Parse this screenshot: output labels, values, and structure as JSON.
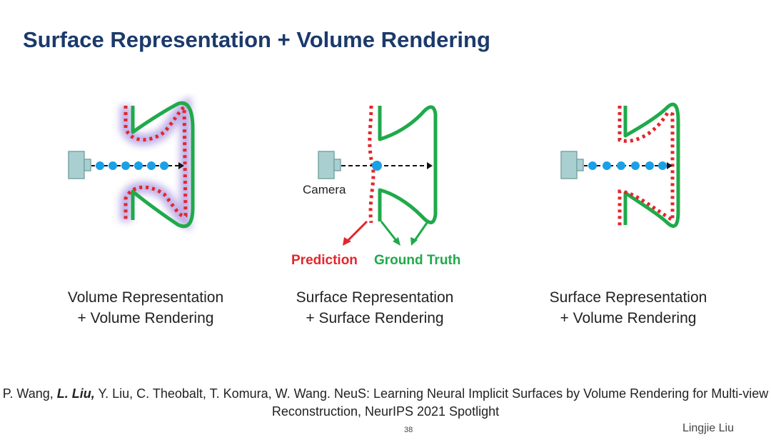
{
  "title": "Surface Representation + Volume Rendering",
  "diagram_labels": {
    "camera": "Camera",
    "prediction": "Prediction",
    "ground_truth": "Ground Truth"
  },
  "captions": [
    {
      "line1": "Volume Representation",
      "line2": "+ Volume Rendering"
    },
    {
      "line1": "Surface Representation",
      "line2": "+ Surface Rendering"
    },
    {
      "line1": "Surface Representation",
      "line2": "+ Volume Rendering"
    }
  ],
  "citation": {
    "pre": "P. Wang, ",
    "highlight": "L. Liu,",
    "post": " Y. Liu, C. Theobalt, T. Komura, W. Wang. NeuS: Learning Neural Implicit Surfaces by",
    "line2": "Volume Rendering for Multi-view Reconstruction, NeurIPS 2021 Spotlight"
  },
  "page_number": "38",
  "author": "Lingjie Liu",
  "colors": {
    "title": "#1b3a6b",
    "ground_truth_green": "#1faa4a",
    "prediction_red": "#e3262b",
    "sample_blue": "#1aa0e6",
    "camera_fill": "#a9cfd0",
    "glow_purple": "#8a6fd6"
  }
}
